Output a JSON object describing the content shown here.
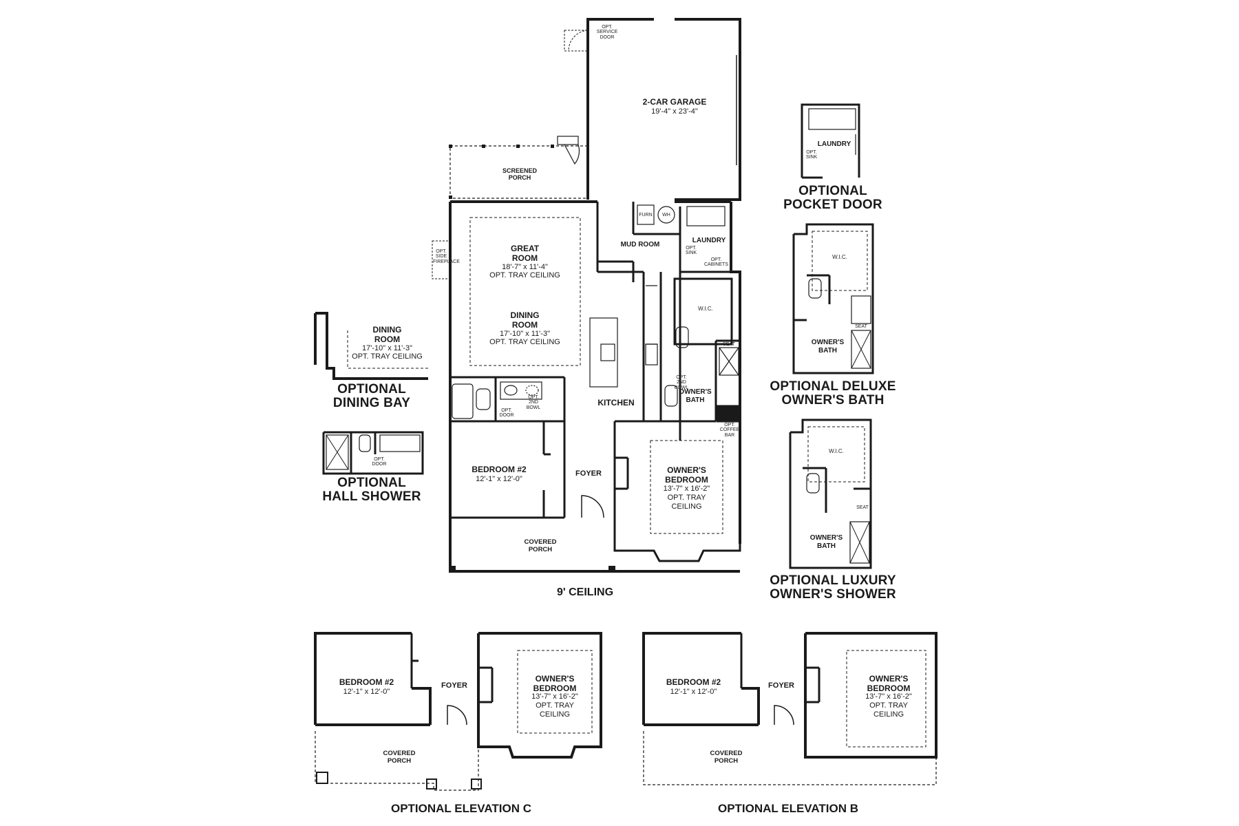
{
  "colors": {
    "wall": "#1a1a1a",
    "line": "#333333",
    "background": "#ffffff"
  },
  "main_plan": {
    "garage": {
      "name": "2-CAR GARAGE",
      "dims": "19'-4\" x 23'-4\""
    },
    "service_door": "OPT.\nSERVICE\nDOOR",
    "screened_porch": "SCREENED\nPORCH",
    "furn": "FURN",
    "wh": "WH",
    "mud_room": "MUD ROOM",
    "laundry": "LAUNDRY",
    "opt_sink": "OPT.\nSINK",
    "opt_cabinets": "OPT.\nCABINETS",
    "fireplace": "OPT. SIDE\nFIREPLACE",
    "great_room": {
      "name": "GREAT\nROOM",
      "dims": "18'-7\" x 11'-4\"",
      "note": "OPT. TRAY CEILING"
    },
    "dining_room": {
      "name": "DINING\nROOM",
      "dims": "17'-10\" x 11'-3\"",
      "note": "OPT. TRAY CEILING"
    },
    "wic": "W.I.C.",
    "seat": "SEAT",
    "opt_2nd_bowl_owner": "OPT.\n2ND\nBOWL",
    "owners_bath": "OWNER'S\nBATH",
    "opt_coffee_bar": "OPT.\nCOFFEE\nBAR",
    "kitchen": "KITCHEN",
    "opt_2nd_bowl_hall": "OPT.\n2ND\nBOWL",
    "opt_door_hall": "OPT.\nDOOR",
    "bedroom2": {
      "name": "BEDROOM #2",
      "dims": "12'-1\" x 12'-0\""
    },
    "foyer": "FOYER",
    "owners_bedroom": {
      "name": "OWNER'S\nBEDROOM",
      "dims": "13'-7\" x 16'-2\"",
      "note": "OPT. TRAY\nCEILING"
    },
    "covered_porch": "COVERED\nPORCH",
    "ceiling_note": "9' CEILING"
  },
  "option_dining_bay": {
    "room": {
      "name": "DINING\nROOM",
      "dims": "17'-10\" x 11'-3\"",
      "note": "OPT. TRAY CEILING"
    },
    "title": "OPTIONAL\nDINING BAY"
  },
  "option_hall_shower": {
    "opt_door": "OPT.\nDOOR",
    "title": "OPTIONAL\nHALL SHOWER"
  },
  "option_pocket_door": {
    "laundry": "LAUNDRY",
    "opt_sink": "OPT.\nSINK",
    "title": "OPTIONAL\nPOCKET DOOR"
  },
  "option_deluxe_bath": {
    "wic": "W.I.C.",
    "owners_bath": "OWNER'S\nBATH",
    "seat": "SEAT",
    "title": "OPTIONAL DELUXE\nOWNER'S BATH"
  },
  "option_luxury_shower": {
    "wic": "W.I.C.",
    "owners_bath": "OWNER'S\nBATH",
    "seat": "SEAT",
    "title": "OPTIONAL LUXURY\nOWNER'S SHOWER"
  },
  "elevation_c": {
    "bedroom2": {
      "name": "BEDROOM #2",
      "dims": "12'-1\" x 12'-0\""
    },
    "foyer": "FOYER",
    "owners_bedroom": {
      "name": "OWNER'S\nBEDROOM",
      "dims": "13'-7\" x 16'-2\"",
      "note": "OPT. TRAY\nCEILING"
    },
    "covered_porch": "COVERED\nPORCH",
    "title": "OPTIONAL ELEVATION C"
  },
  "elevation_b": {
    "bedroom2": {
      "name": "BEDROOM #2",
      "dims": "12'-1\" x 12'-0\""
    },
    "foyer": "FOYER",
    "owners_bedroom": {
      "name": "OWNER'S\nBEDROOM",
      "dims": "13'-7\" x 16'-2\"",
      "note": "OPT. TRAY\nCEILING"
    },
    "covered_porch": "COVERED\nPORCH",
    "title": "OPTIONAL ELEVATION B"
  }
}
